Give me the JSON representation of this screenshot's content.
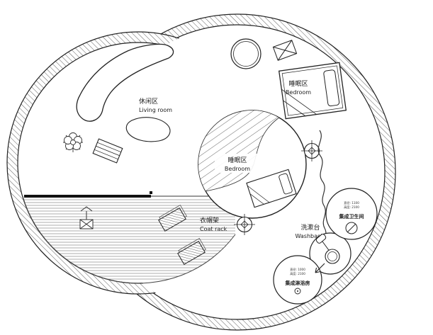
{
  "zones": {
    "living": {
      "label_zh": "休闲区",
      "label_en": "Living room"
    },
    "bedroom_upper": {
      "label_zh": "睡眠区",
      "label_en": "Bedroom"
    },
    "bedroom_center": {
      "label_zh": "睡眠区",
      "label_en": "Bedroom"
    },
    "coat_rack": {
      "label_zh": "衣帽架",
      "label_en": "Coat rack"
    },
    "washbasin": {
      "label_zh": "洗漱台",
      "label_en": "Washbasin"
    },
    "bathroom": {
      "label_zh": "集成卫生间",
      "spec_line1": "直径: 1100",
      "spec_line2": "高度: 2100"
    },
    "shower": {
      "label_zh": "集成淋浴房",
      "spec_line1": "直径: 1000",
      "spec_line2": "高度: 2100"
    }
  },
  "colors": {
    "line": "#222222",
    "hatch": "#4a4a4a",
    "floor": "#ffffff",
    "patio_lines": "#8a8a8a"
  }
}
